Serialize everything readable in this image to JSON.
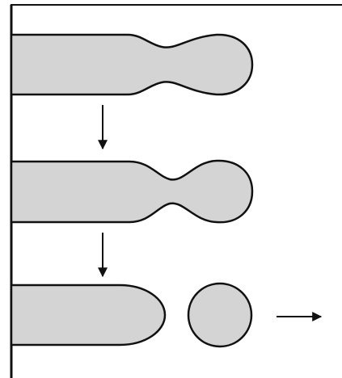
{
  "diagram": {
    "kind": "drop-pinch-off-sequence",
    "stage_count": 3,
    "stages": [
      {
        "name": "stage-1",
        "state": "slight-neck"
      },
      {
        "name": "stage-2",
        "state": "deep-neck"
      },
      {
        "name": "stage-3",
        "state": "detached-droplet"
      }
    ],
    "arrows": [
      {
        "name": "step-arrow-1",
        "direction": "down"
      },
      {
        "name": "step-arrow-2",
        "direction": "down"
      },
      {
        "name": "motion-arrow",
        "direction": "right"
      }
    ],
    "colors": {
      "fluid_fill": "#d4d4d4",
      "outline": "#111111",
      "background": "#ffffff"
    }
  }
}
